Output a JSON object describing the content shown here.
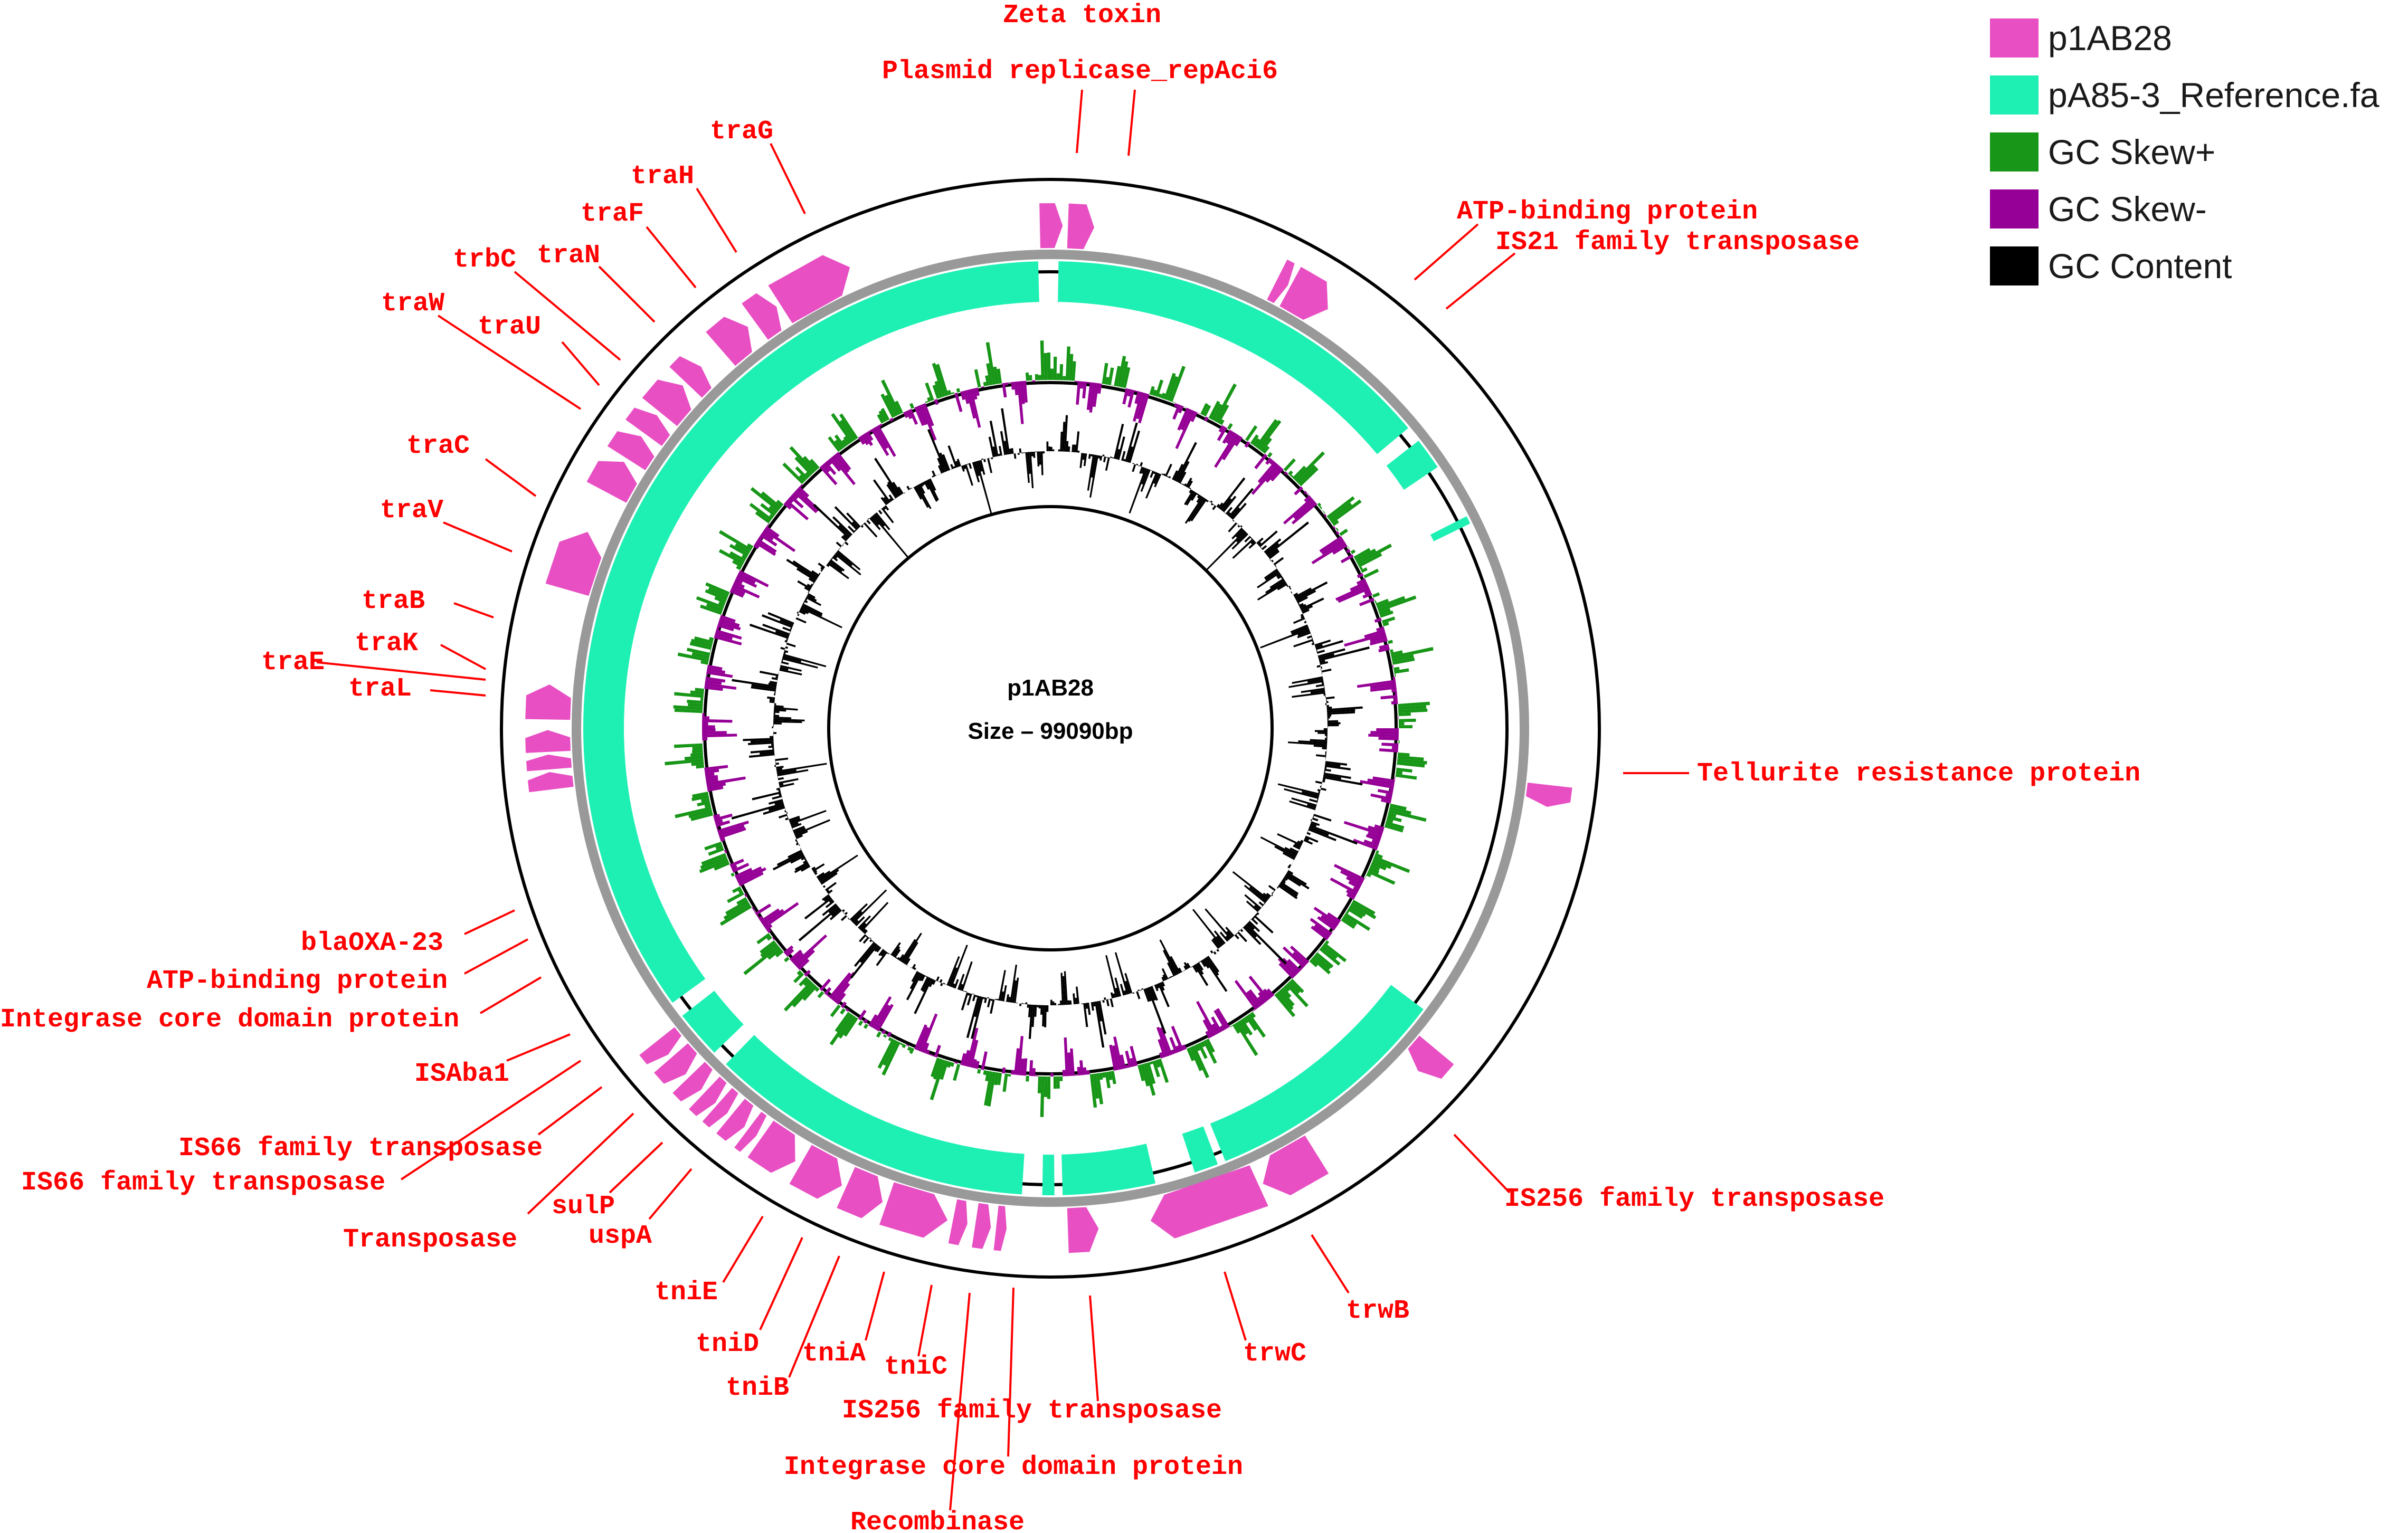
{
  "center": {
    "name": "p1AB28",
    "size_label": "Size – 99090bp"
  },
  "legend": [
    {
      "label": "p1AB28",
      "color": "#e84fc3"
    },
    {
      "label": "pA85-3_Reference.fa",
      "color": "#1ef0b4"
    },
    {
      "label": "GC Skew+",
      "color": "#179617"
    },
    {
      "label": "GC Skew-",
      "color": "#960096"
    },
    {
      "label": "GC Content",
      "color": "#000000"
    }
  ],
  "gene_labels": [
    "Zeta toxin",
    "Plasmid replicase_repAci6",
    "ATP-binding protein",
    "IS21 family transposase",
    "Tellurite resistance protein",
    "IS256 family transposase",
    "trwB",
    "trwC",
    "IS256 family transposase",
    "Integrase core domain protein",
    "Recombinase",
    "tniC",
    "tniA",
    "tniB",
    "tniD",
    "tniE",
    "uspA",
    "sulP",
    "Transposase",
    "IS66 family transposase",
    "IS66 family transposase",
    "ISAba1",
    "Integrase core domain protein",
    "ATP-binding protein",
    "blaOXA-23",
    "traL",
    "traE",
    "traK",
    "traB",
    "traV",
    "traC",
    "traW",
    "traU",
    "trbC",
    "traN",
    "traF",
    "traH",
    "traG"
  ]
}
